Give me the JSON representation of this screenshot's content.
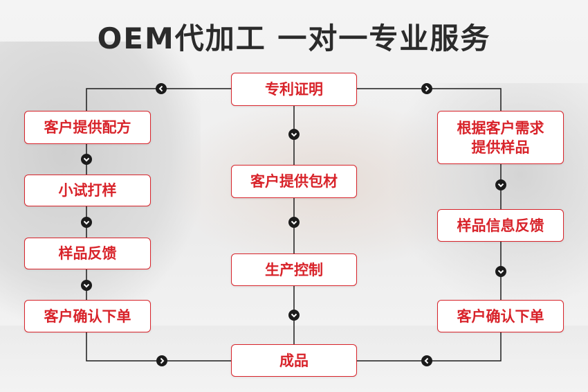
{
  "title": "OEM代加工 一对一专业服务",
  "colors": {
    "accent": "#d8232a",
    "connector": "#1b1b1b",
    "title": "#2b2b2b"
  },
  "steps": {
    "top": "专利证明",
    "left": [
      "客户提供配方",
      "小试打样",
      "样品反馈",
      "客户确认下单"
    ],
    "center": [
      "客户提供包材",
      "生产控制"
    ],
    "right_first_line1": "根据客户需求",
    "right_first_line2": "提供样品",
    "right": [
      "样品信息反馈",
      "客户确认下单"
    ],
    "bottom": "成品"
  },
  "arrow_icons": [
    "chevron-left",
    "chevron-right",
    "chevron-down"
  ]
}
